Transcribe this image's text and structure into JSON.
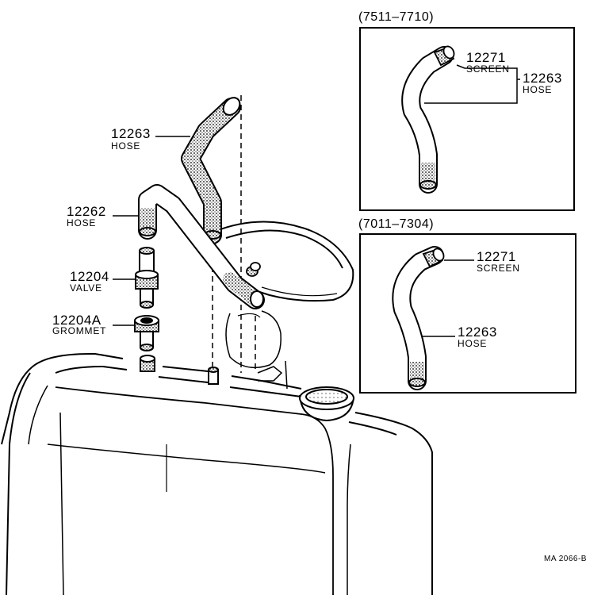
{
  "main_diagram": {
    "hose_upper": {
      "number": "12263",
      "name": "HOSE"
    },
    "hose_lower": {
      "number": "12262",
      "name": "HOSE"
    },
    "valve": {
      "number": "12204",
      "name": "VALVE"
    },
    "grommet": {
      "number": "12204A",
      "name": "GROMMET"
    }
  },
  "inset_top": {
    "range": "(7511–7710)",
    "screen": {
      "number": "12271",
      "name": "SCREEN"
    },
    "hose": {
      "number": "12263",
      "name": "HOSE"
    }
  },
  "inset_bottom": {
    "range": "(7011–7304)",
    "screen": {
      "number": "12271",
      "name": "SCREEN"
    },
    "hose": {
      "number": "12263",
      "name": "HOSE"
    }
  },
  "footer": {
    "code": "MA  2066-B"
  }
}
